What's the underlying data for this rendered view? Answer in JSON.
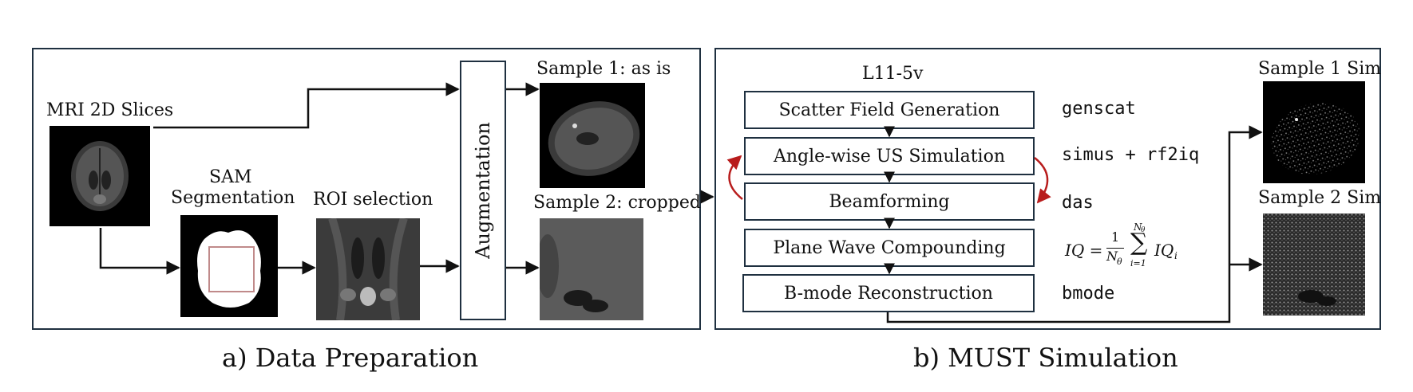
{
  "panel_a": {
    "mri_label": "MRI 2D Slices",
    "sam_label_line1": "SAM",
    "sam_label_line2": "Segmentation",
    "roi_label": "ROI selection",
    "augmentation_label": "Augmentation",
    "sample1_label": "Sample 1: as is",
    "sample2_label": "Sample 2: cropped",
    "caption": "a) Data Preparation"
  },
  "panel_b": {
    "probe_label": "L11-5v",
    "steps": [
      {
        "label": "Scatter Field Generation",
        "command": "genscat"
      },
      {
        "label": "Angle-wise US Simulation",
        "command": "simus + rf2iq"
      },
      {
        "label": "Beamforming",
        "command": "das"
      },
      {
        "label": "Plane Wave Compounding",
        "command": ""
      },
      {
        "label": "B-mode Reconstruction",
        "command": "bmode"
      }
    ],
    "formula": {
      "lhs": "IQ =",
      "num": "1",
      "den": "N",
      "den_sub": "θ",
      "sum_top": "N",
      "sum_top_sub": "θ",
      "sum_bottom": "i=1",
      "sum_symbol": "∑",
      "term": "IQ",
      "term_sub": "i"
    },
    "sim1_label": "Sample 1 Sim",
    "sim2_label": "Sample 2 Sim",
    "caption": "b) MUST Simulation"
  },
  "colors": {
    "border": "#1f3040",
    "loop_arrow": "#b81c1c",
    "mask_outline": "#c08a8a"
  }
}
